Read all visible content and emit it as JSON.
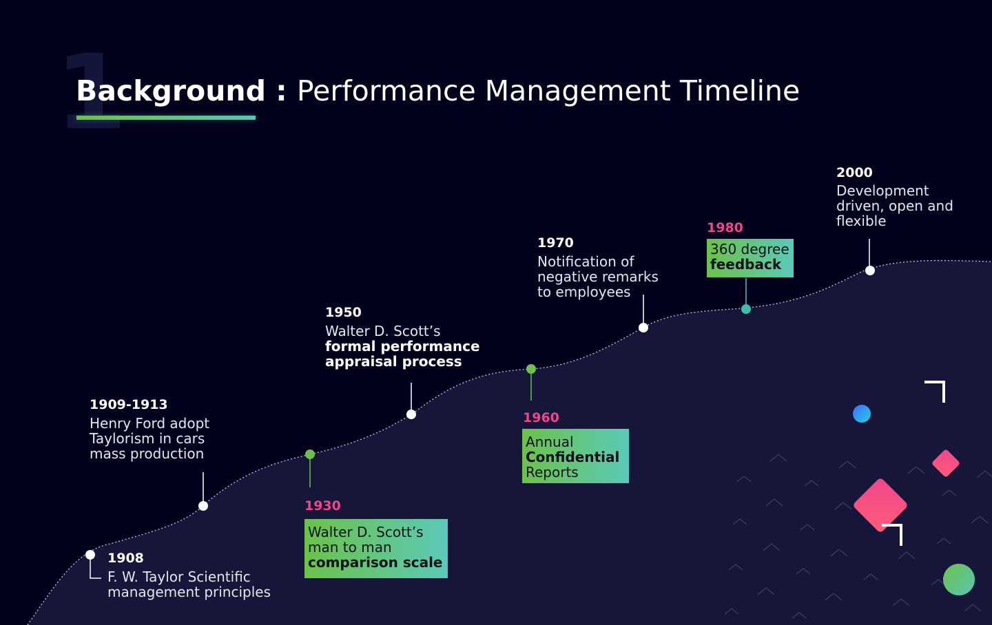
{
  "header": {
    "ghost_number": "1",
    "title_bold": "Background",
    "title_sep": " : ",
    "title_rest": "Performance Management Timeline"
  },
  "milestones": [
    {
      "year": "1908",
      "lines": [
        {
          "t": "F. W. Taylor Scientific"
        },
        {
          "t": "management principles"
        }
      ]
    },
    {
      "year": "1909-1913",
      "lines": [
        {
          "t": "Henry Ford adopt"
        },
        {
          "t": "Taylorism in cars"
        },
        {
          "t": "mass production"
        }
      ]
    },
    {
      "year": "1930",
      "lines": [
        {
          "t": "Walter D. Scott’s"
        },
        {
          "t": "man to man"
        },
        {
          "t": "comparison scale",
          "b": true
        }
      ]
    },
    {
      "year": "1950",
      "lines": [
        {
          "t": "Walter D. Scott’s"
        },
        {
          "t": "formal performance",
          "b": true
        },
        {
          "t": "appraisal process",
          "b": true
        }
      ]
    },
    {
      "year": "1960",
      "lines": [
        {
          "t": "Annual"
        },
        {
          "t": "Confidential",
          "b": true
        },
        {
          "t": "Reports"
        }
      ]
    },
    {
      "year": "1970",
      "lines": [
        {
          "t": "Notification of"
        },
        {
          "t": "negative remarks"
        },
        {
          "t": "to employees"
        }
      ]
    },
    {
      "year": "1980",
      "lines": [
        {
          "t": "360 degree"
        },
        {
          "t": "feedback",
          "b": true
        }
      ]
    },
    {
      "year": "2000",
      "lines": [
        {
          "t": "Development"
        },
        {
          "t": "driven, open and"
        },
        {
          "t": "flexible"
        }
      ]
    }
  ],
  "colors": {
    "background": "#03021c",
    "hill": "#15163a",
    "pink": "#f0468a",
    "green": "#6cc24a",
    "teal": "#58c6b6"
  }
}
